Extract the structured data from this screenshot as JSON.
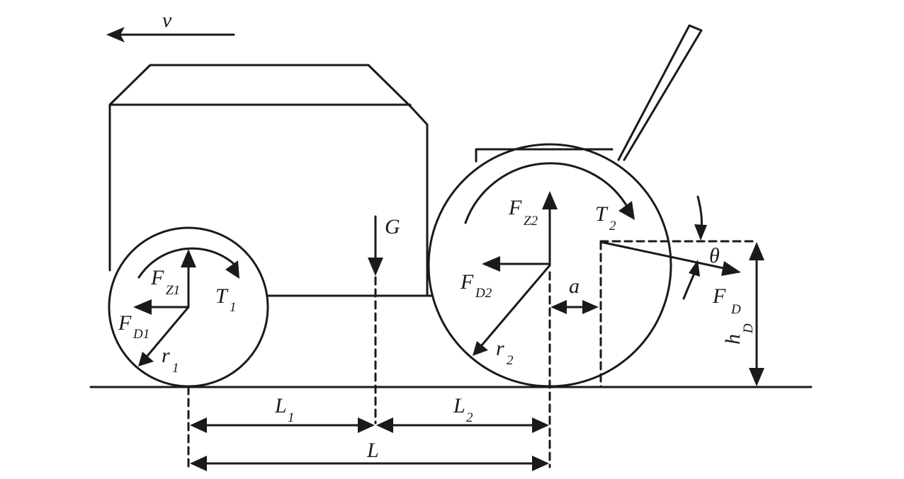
{
  "labels": {
    "v": "v",
    "G": "G",
    "FZ1_main": "F",
    "FZ1_sub": "Z1",
    "FD1_main": "F",
    "FD1_sub": "D1",
    "T1_main": "T",
    "T1_sub": "1",
    "r1_main": "r",
    "r1_sub": "1",
    "FZ2_main": "F",
    "FZ2_sub": "Z2",
    "FD2_main": "F",
    "FD2_sub": "D2",
    "T2_main": "T",
    "T2_sub": "2",
    "r2_main": "r",
    "r2_sub": "2",
    "a": "a",
    "theta": "θ",
    "FD_main": "F",
    "FD_sub": "D",
    "hD_main": "h",
    "hD_sub": "D",
    "L1_main": "L",
    "L1_sub": "1",
    "L2_main": "L",
    "L2_sub": "2",
    "L": "L"
  },
  "colors": {
    "stroke": "#1a1a1a",
    "background": "#ffffff"
  }
}
